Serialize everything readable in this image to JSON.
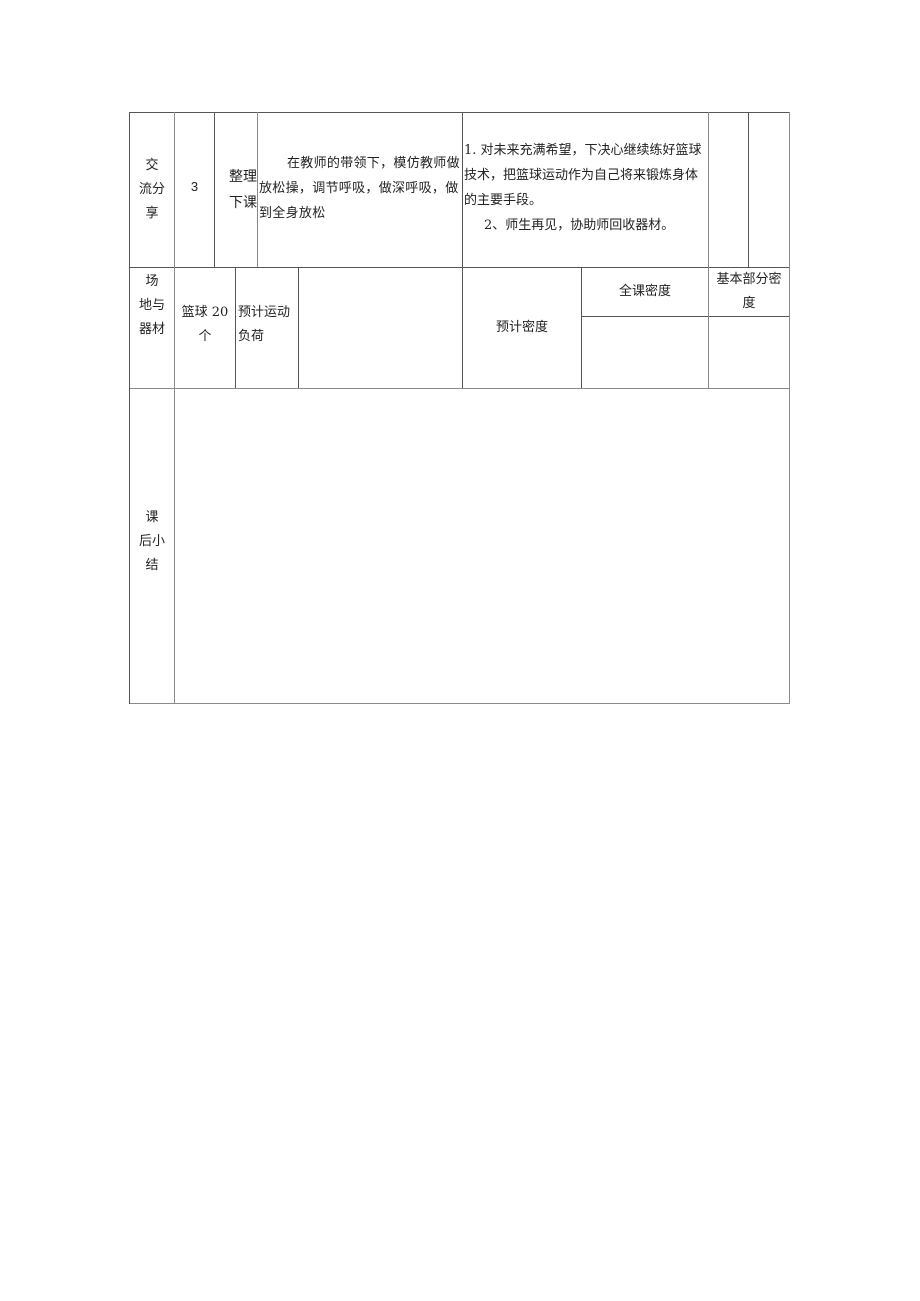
{
  "row_exchange": {
    "section_label_lines": [
      "交",
      "流分",
      "享"
    ],
    "time": "3",
    "activity_lines": [
      "整理",
      "下课"
    ],
    "teacher_text": "在教师的带领下，模仿教师做放松操，调节呼吸，做深呼吸，做到全身放松",
    "student_item1": "1. 对未来充满希望，下决心继续练好篮球技术，把篮球运动作为自己将来锻炼身体的主要手段。",
    "student_item2": "2、师生再见，协助师回收器材。",
    "blank1": "",
    "blank2": ""
  },
  "row_venue": {
    "section_label_lines": [
      "场",
      "地与",
      "器材"
    ],
    "equipment_lines": [
      "篮球 20",
      "个"
    ],
    "load_label_lines": [
      "预计运动",
      "负荷"
    ],
    "load_value": "",
    "density_label": "预计密度",
    "whole_density_label": "全课密度",
    "basic_density_label_lines": [
      "基本部分密",
      "度"
    ],
    "whole_density_value": "",
    "basic_density_value": ""
  },
  "row_summary": {
    "section_label_lines": [
      "课",
      "后小",
      "结"
    ],
    "content": ""
  }
}
